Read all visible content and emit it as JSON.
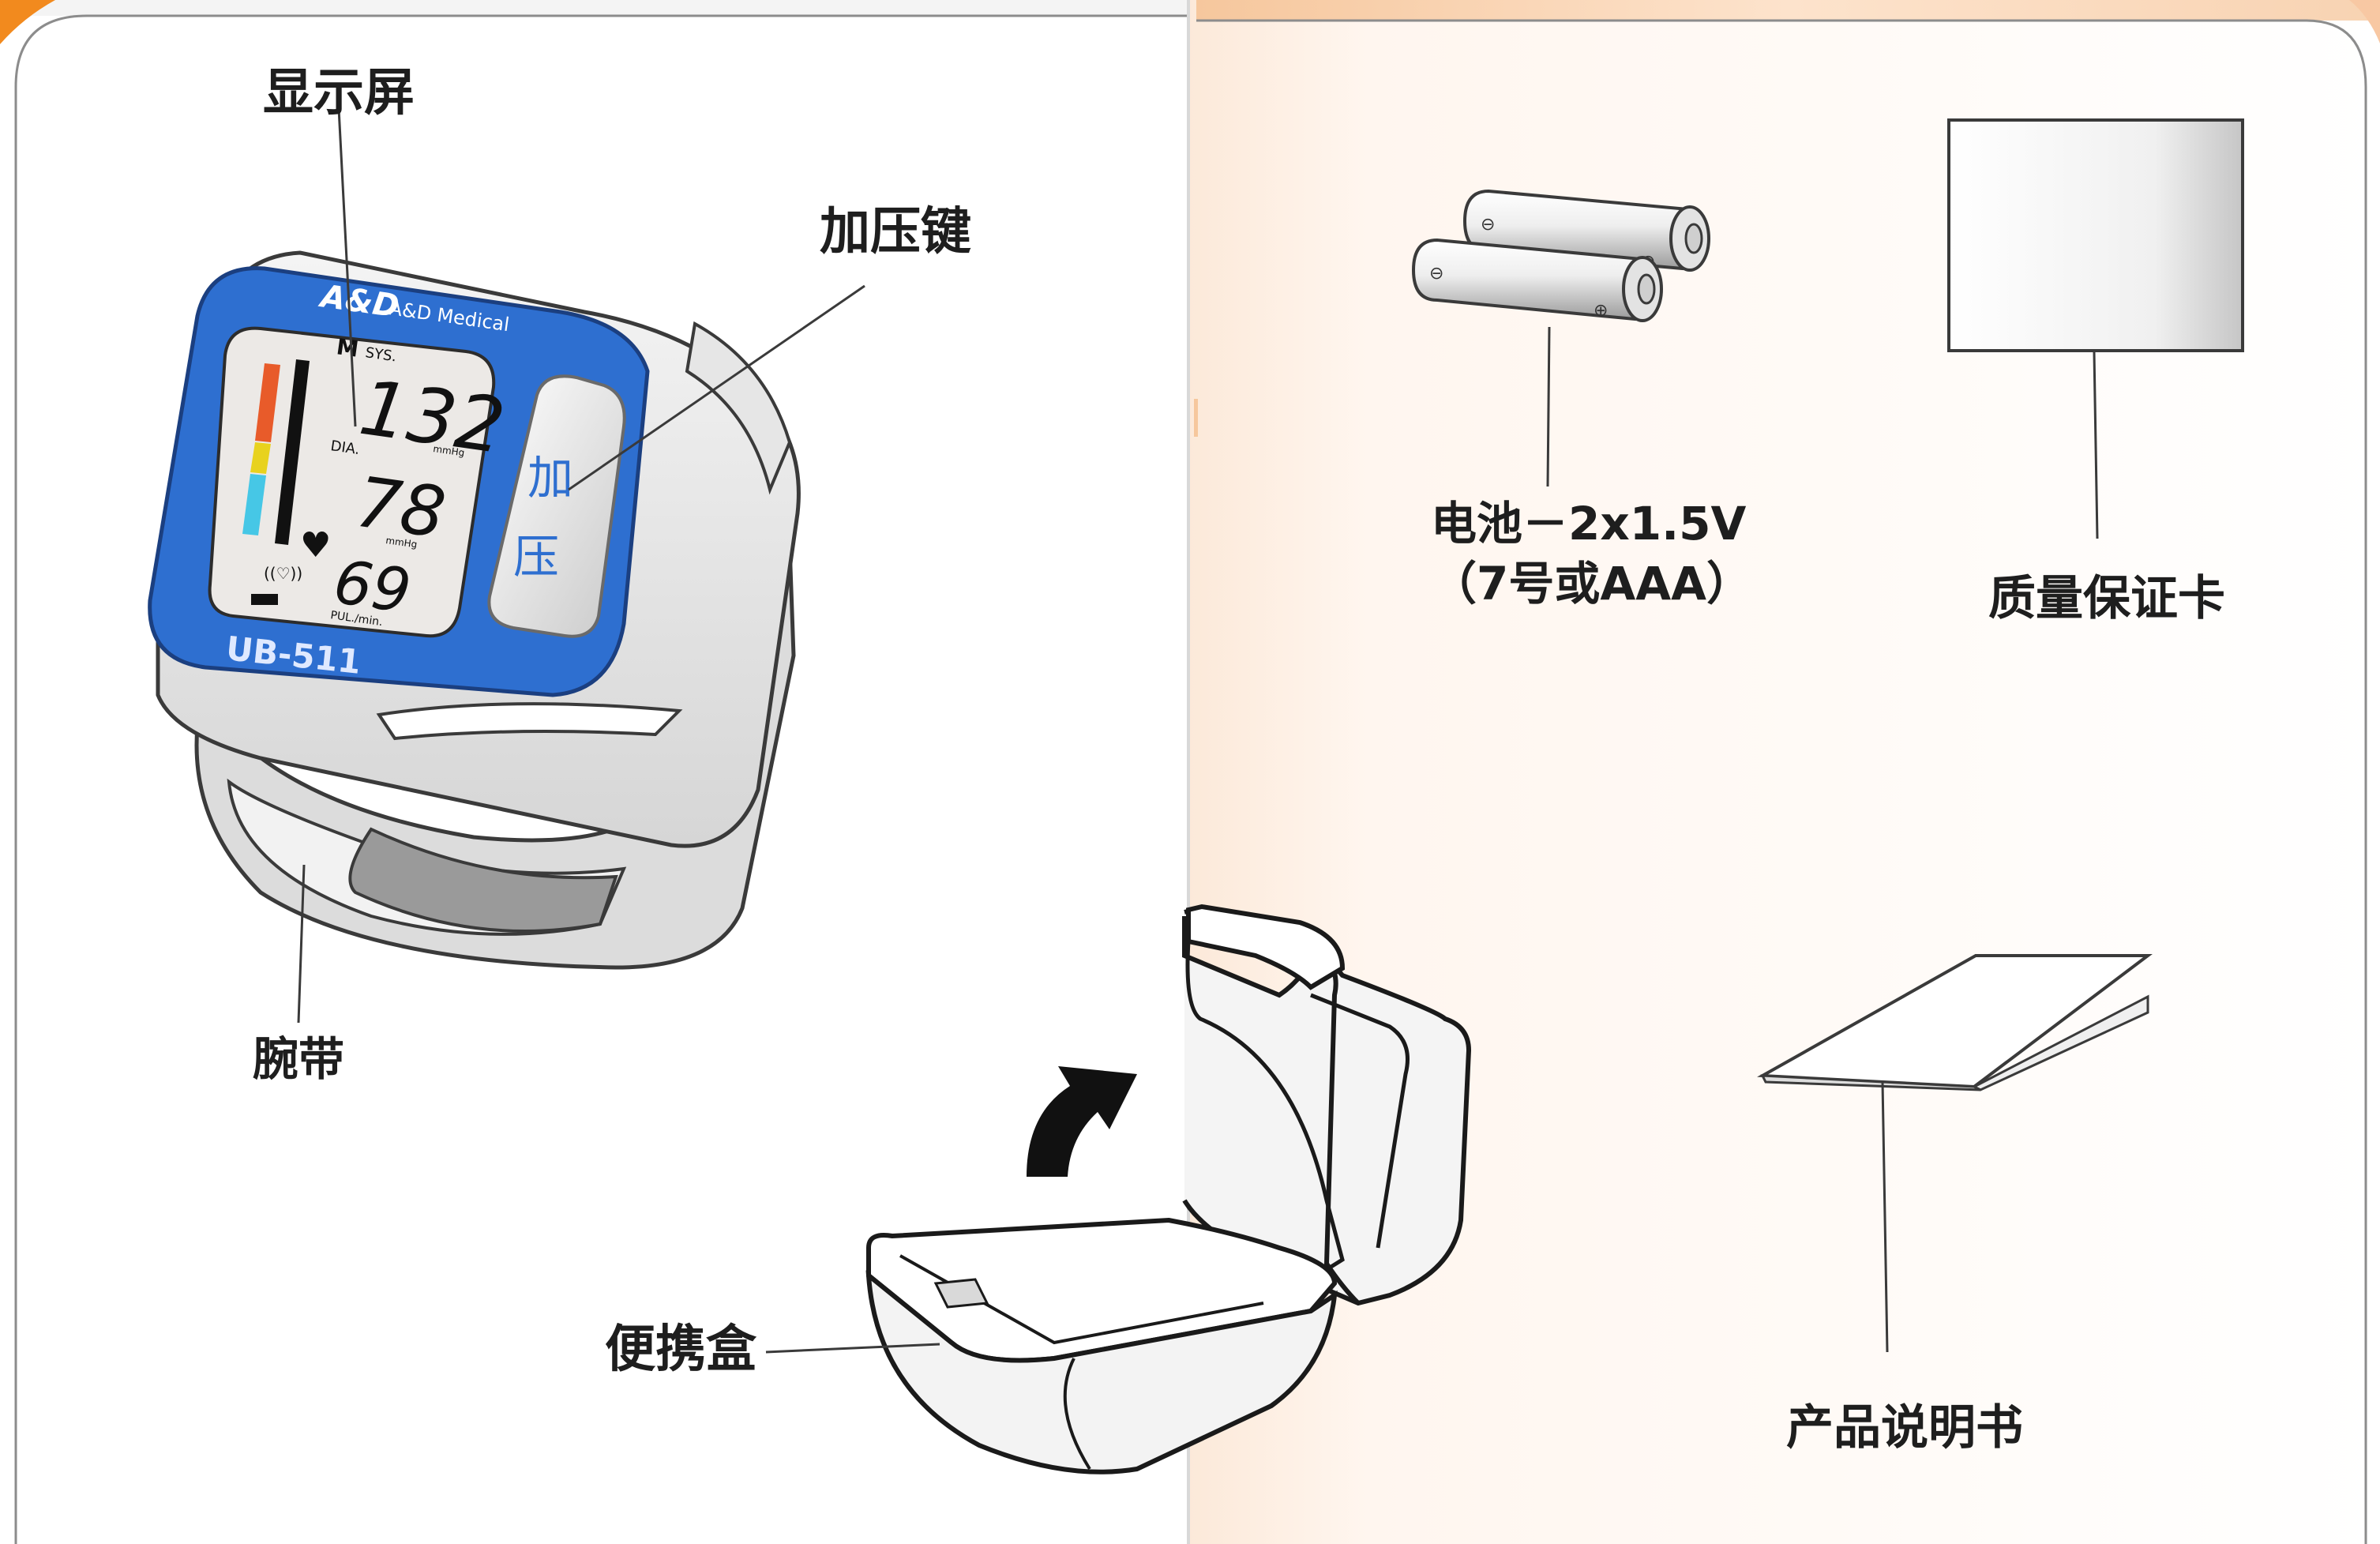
{
  "labels": {
    "display": "显示屏",
    "inflate_key": "加压键",
    "wrist_cuff": "腕带",
    "carrying_case": "便携盒",
    "battery_line1": "电池－2x1.5V",
    "battery_line2": "（7号或AAA）",
    "warranty_card": "质量保证卡",
    "manual": "产品说明书"
  },
  "device": {
    "brand_logo": "A&D",
    "brand_name": "A&D Medical",
    "model": "UB-511",
    "memory_mark": "M",
    "sys_label": "SYS.",
    "sys_value": "132",
    "unit_mmhg": "mmHg",
    "dia_label": "DIA.",
    "dia_value": "78",
    "unit_mmhg_2": "mmHg",
    "pulse_value": "69",
    "pulse_unit": "PUL./min.",
    "key_char_1": "加",
    "key_char_2": "压"
  },
  "colors": {
    "device_blue": "#2e6fd0",
    "lcd": "#ece9e6",
    "orange_corner": "#f28a1e",
    "bar_red": "#e85b2a",
    "bar_yellow": "#e8d21e",
    "bar_cyan": "#46c7e6"
  }
}
